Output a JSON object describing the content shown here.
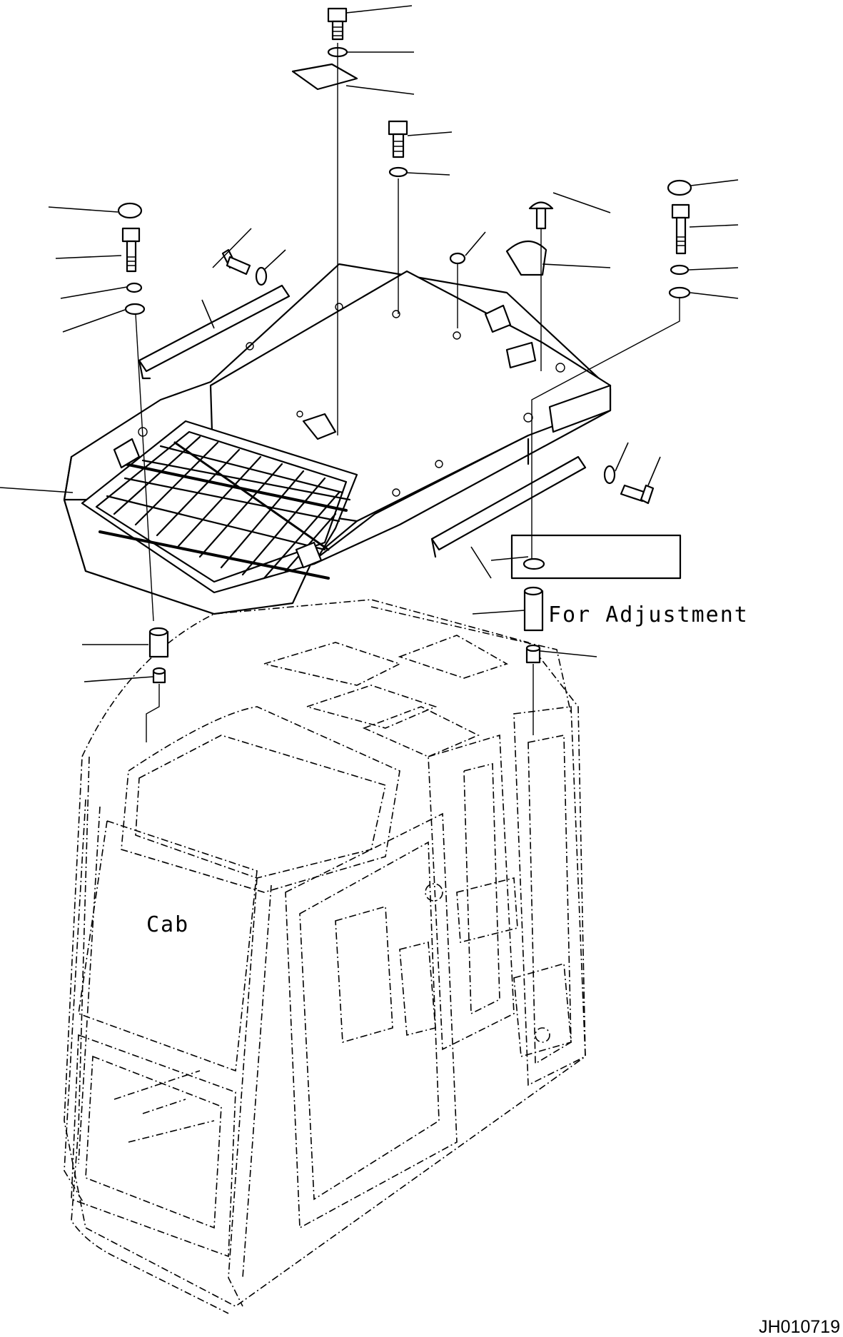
{
  "labels": {
    "for_adjustment": "For Adjustment",
    "cab": "Cab",
    "drawing_code": "JH010719"
  }
}
